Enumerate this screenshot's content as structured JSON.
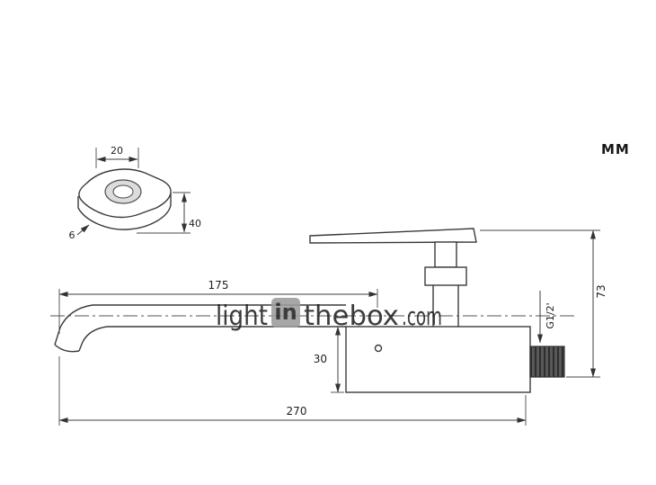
{
  "unit_label": "MM",
  "dims": {
    "plate_top_width": "20",
    "plate_side": "40",
    "plate_thickness": "6",
    "spout_reach": "175",
    "body_height": "30",
    "overall_length": "270",
    "overall_height": "73",
    "thread_size": "G1/2'"
  },
  "watermark": {
    "part1": "light",
    "boxed": "in",
    "part2": "thebox",
    "part3": ".com"
  },
  "colors": {
    "line": "#3a3a3a",
    "dim": "#3c3c3c",
    "watermark": "#ababab",
    "watermark_box": "#9c9c9c",
    "watermark_light": "#b8b8b8",
    "thread_dark": "#585858"
  }
}
